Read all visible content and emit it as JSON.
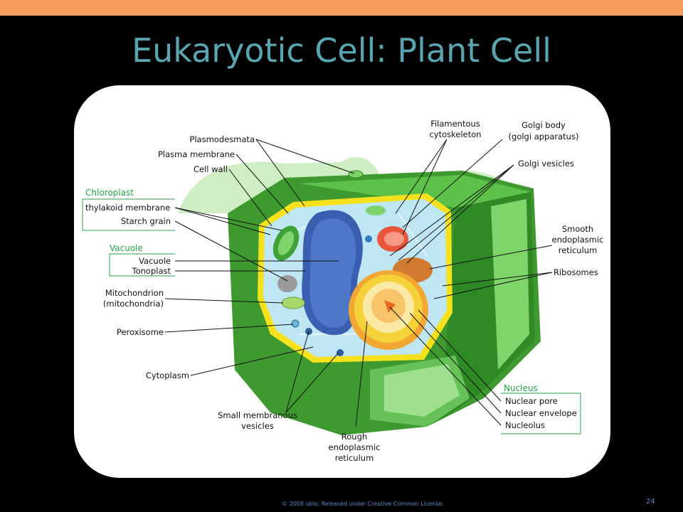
{
  "slide": {
    "title": "Eukaryotic Cell: Plant Cell",
    "footer": "© 2008 ubio. Released under Creative Common License.",
    "page_number": "24"
  },
  "diagram": {
    "labels": {
      "plasmodesmata": "Plasmodesmata",
      "plasma_membrane": "Plasma membrane",
      "cell_wall": "Cell wall",
      "chloroplast_group": "Chloroplast",
      "thylakoid_membrane": "thylakoid membrane",
      "starch_grain": "Starch grain",
      "vacuole_group": "Vacuole",
      "vacuole": "Vacuole",
      "tonoplast": "Tonoplast",
      "mitochondrion_1": "Mitochondrion",
      "mitochondrion_2": "(mitochondria)",
      "peroxisome": "Peroxisome",
      "cytoplasm": "Cytoplasm",
      "small_vesicles_1": "Small membranous",
      "small_vesicles_2": "vesicles",
      "rough_er_1": "Rough",
      "rough_er_2": "endoplasmic",
      "rough_er_3": "reticulum",
      "filamentous_1": "Filamentous",
      "filamentous_2": "cytoskeleton",
      "golgi_body_1": "Golgi body",
      "golgi_body_2": "(golgi apparatus)",
      "golgi_vesicles": "Golgi vesicles",
      "smooth_er_1": "Smooth",
      "smooth_er_2": "endoplasmic",
      "smooth_er_3": "reticulum",
      "ribosomes": "Ribosomes",
      "nucleus_group": "Nucleus",
      "nuclear_pore": "Nuclear pore",
      "nuclear_envelope": "Nuclear envelope",
      "nucleolus": "Nucleolus"
    }
  },
  "colors": {
    "accent_bar": "#f79b5c",
    "title": "#5aa6b0",
    "group_label": "#2aa14a",
    "cell_wall": "#4fb23a",
    "cytoplasm": "#bfe6f3",
    "vacuole": "#3a5fb0",
    "nucleus": "#f2c12e",
    "golgi": "#e8553a"
  }
}
